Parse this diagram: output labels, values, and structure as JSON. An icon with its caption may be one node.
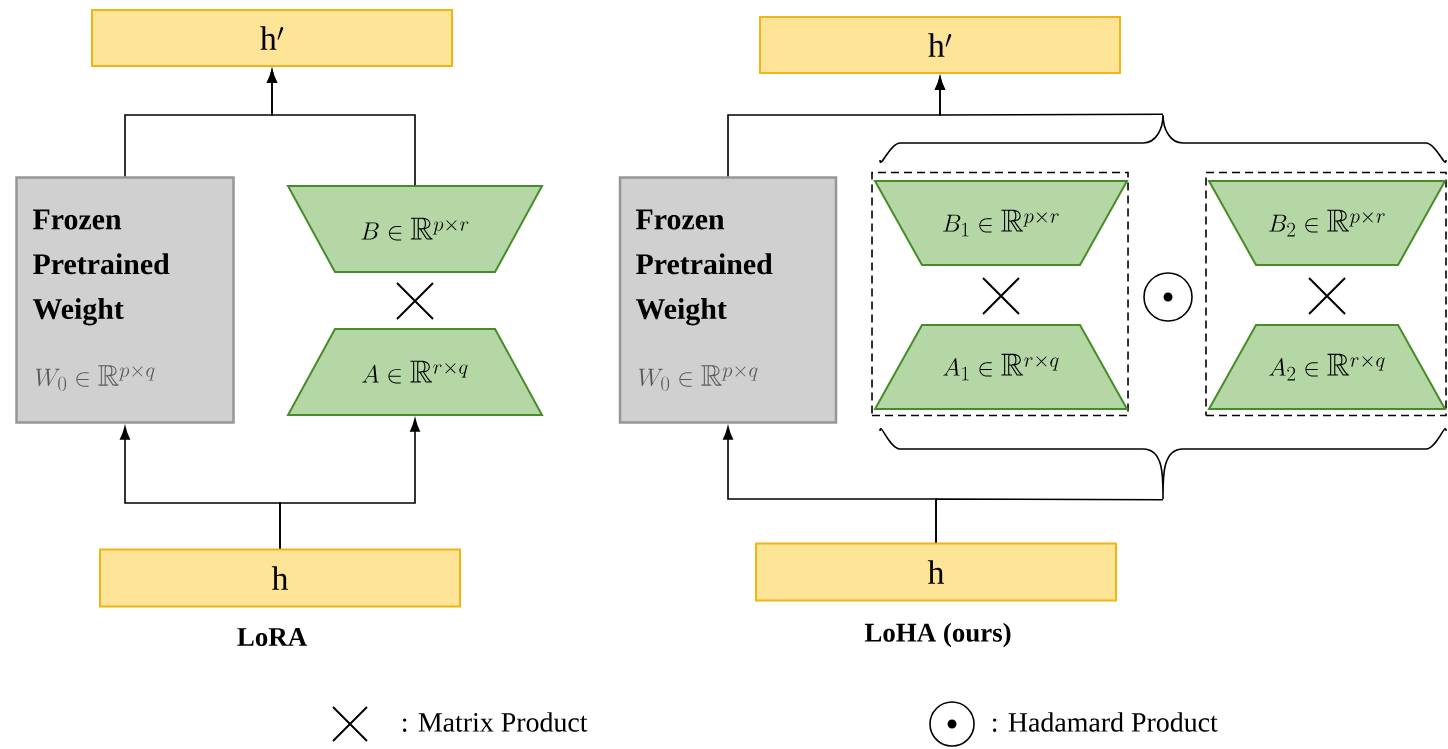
{
  "diagram": {
    "nodes": [
      {
        "text": [
          "\\mathrm{h}'"
        ]
      },
      {
        "text": [
          "Frozen Pretrained Weight",
          "W_0 \\in \\mathbb{R}^{p\\times q}"
        ]
      },
      {
        "text": [
          "B \\in \\mathbb{R}^{p\\times r}"
        ]
      },
      {
        "text": [
          "A \\in \\mathbb{R}^{r\\times q}"
        ]
      },
      {
        "text": [
          "\\mathrm{h}"
        ]
      },
      {
        "text": [
          "\\mathrm{h}'"
        ]
      },
      {
        "text": [
          "Frozen Pretrained Weight",
          "W_0 \\in \\mathbb{R}^{p\\times q}"
        ]
      },
      {
        "text": [],
        "shape": "brace"
      },
      {
        "text": [],
        "shape": "box",
        "in": 7
      },
      {
        "text": [
          "B_1 \\in \\mathbb{R}^{p\\times r}"
        ],
        "in": 8
      },
      {
        "text": [
          "A_1 \\in \\mathbb{R}^{r\\times q}"
        ],
        "in": 8
      },
      {
        "text": [],
        "shape": "box",
        "in": 7
      },
      {
        "text": [
          "B_2 \\in \\mathbb{R}^{p\\times r}"
        ],
        "in": 11
      },
      {
        "text": [
          "A_2 \\in \\mathbb{R}^{r\\times q}"
        ],
        "in": 11
      },
      {
        "text": [
          "\\mathrm{h}"
        ]
      }
    ],
    "edges": [
      {
        "from": 4,
        "to": 1,
        "arrow": "to"
      },
      {
        "from": 4,
        "to": 3,
        "arrow": "to"
      },
      {
        "from": 1,
        "to": 0,
        "arrow": "to"
      },
      {
        "from": 2,
        "to": 0,
        "arrow": "to"
      },
      {
        "from": 14,
        "to": 6,
        "arrow": "to"
      },
      {
        "from": 14,
        "to": 7,
        "arrow": "none"
      },
      {
        "from": 6,
        "to": 5,
        "arrow": "to"
      },
      {
        "from": 7,
        "to": 5,
        "arrow": "to"
      }
    ],
    "labels": [
      "LoRA",
      "LoHA (ours)"
    ],
    "legend": [
      {
        "text": ": Matrix Product"
      },
      {
        "text": ": Hadamard Product"
      }
    ]
  }
}
